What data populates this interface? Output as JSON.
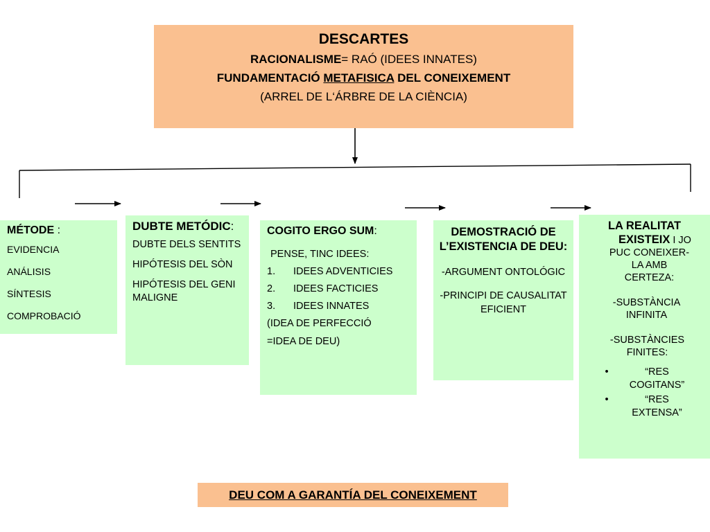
{
  "header": {
    "title": "DESCARTES",
    "line1_bold": "RACIONALISME",
    "line1_rest": "= RAÓ (IDEES INNATES)",
    "line2_pre": "FUNDAMENTACIÓ ",
    "line2_underlined": "METAFISICA",
    "line2_post": " DEL CONEIXEMENT",
    "line3": "(ARREL DE L‘ÁRBRE DE LA CIÈNCIA)"
  },
  "method": {
    "title": "MÉTODE",
    "title_suffix": " :",
    "items": [
      "EVIDENCIA",
      "ANÁLISIS",
      "SÍNTESIS",
      "COMPROBACIÓ"
    ]
  },
  "doubt": {
    "title": "DUBTE METÓDIC",
    "title_suffix": ":",
    "items": [
      "DUBTE  DELS SENTITS",
      "HIPÓTESIS DEL SÒN",
      "HIPÓTESIS DEL GENI MALIGNE"
    ]
  },
  "cogito": {
    "title": "COGITO ERGO SUM",
    "title_suffix": ":",
    "subtitle": "PENSE, TINC IDEES:",
    "items": [
      {
        "num": "1.",
        "text": "IDEES ADVENTICIES"
      },
      {
        "num": "2.",
        "text": "IDEES FACTICIES"
      },
      {
        "num": "3.",
        "text": "IDEES INNATES"
      }
    ],
    "note1": "(IDEA  DE PERFECCIÓ",
    "note2": "=IDEA DE DEU)"
  },
  "god": {
    "title": "DEMOSTRACIÓ DE L’EXISTENCIA DE DEU:",
    "items": [
      "-ARGUMENT ONTOLÓGIC",
      "-PRINCIPI DE CAUSALITAT EFICIENT"
    ]
  },
  "reality": {
    "title_line1": "LA REALITAT",
    "title_line2_bold": "EXISTEIX",
    "title_line2_rest": " I JO",
    "text1": "PUC CONEIXER-LA AMB CERTEZA:",
    "infinite": "-SUBSTÀNCIA INFINITA",
    "finite": "-SUBSTÀNCIES FINITES:",
    "bullets": [
      "“RES COGITANS”",
      "“RES EXTENSA”"
    ],
    "bullet_symbol": "•"
  },
  "footer": {
    "label": "DEU  COM A GARANTÍA DEL CONEIXEMENT"
  },
  "colors": {
    "orange": "#fac090",
    "green": "#ccffcc"
  }
}
